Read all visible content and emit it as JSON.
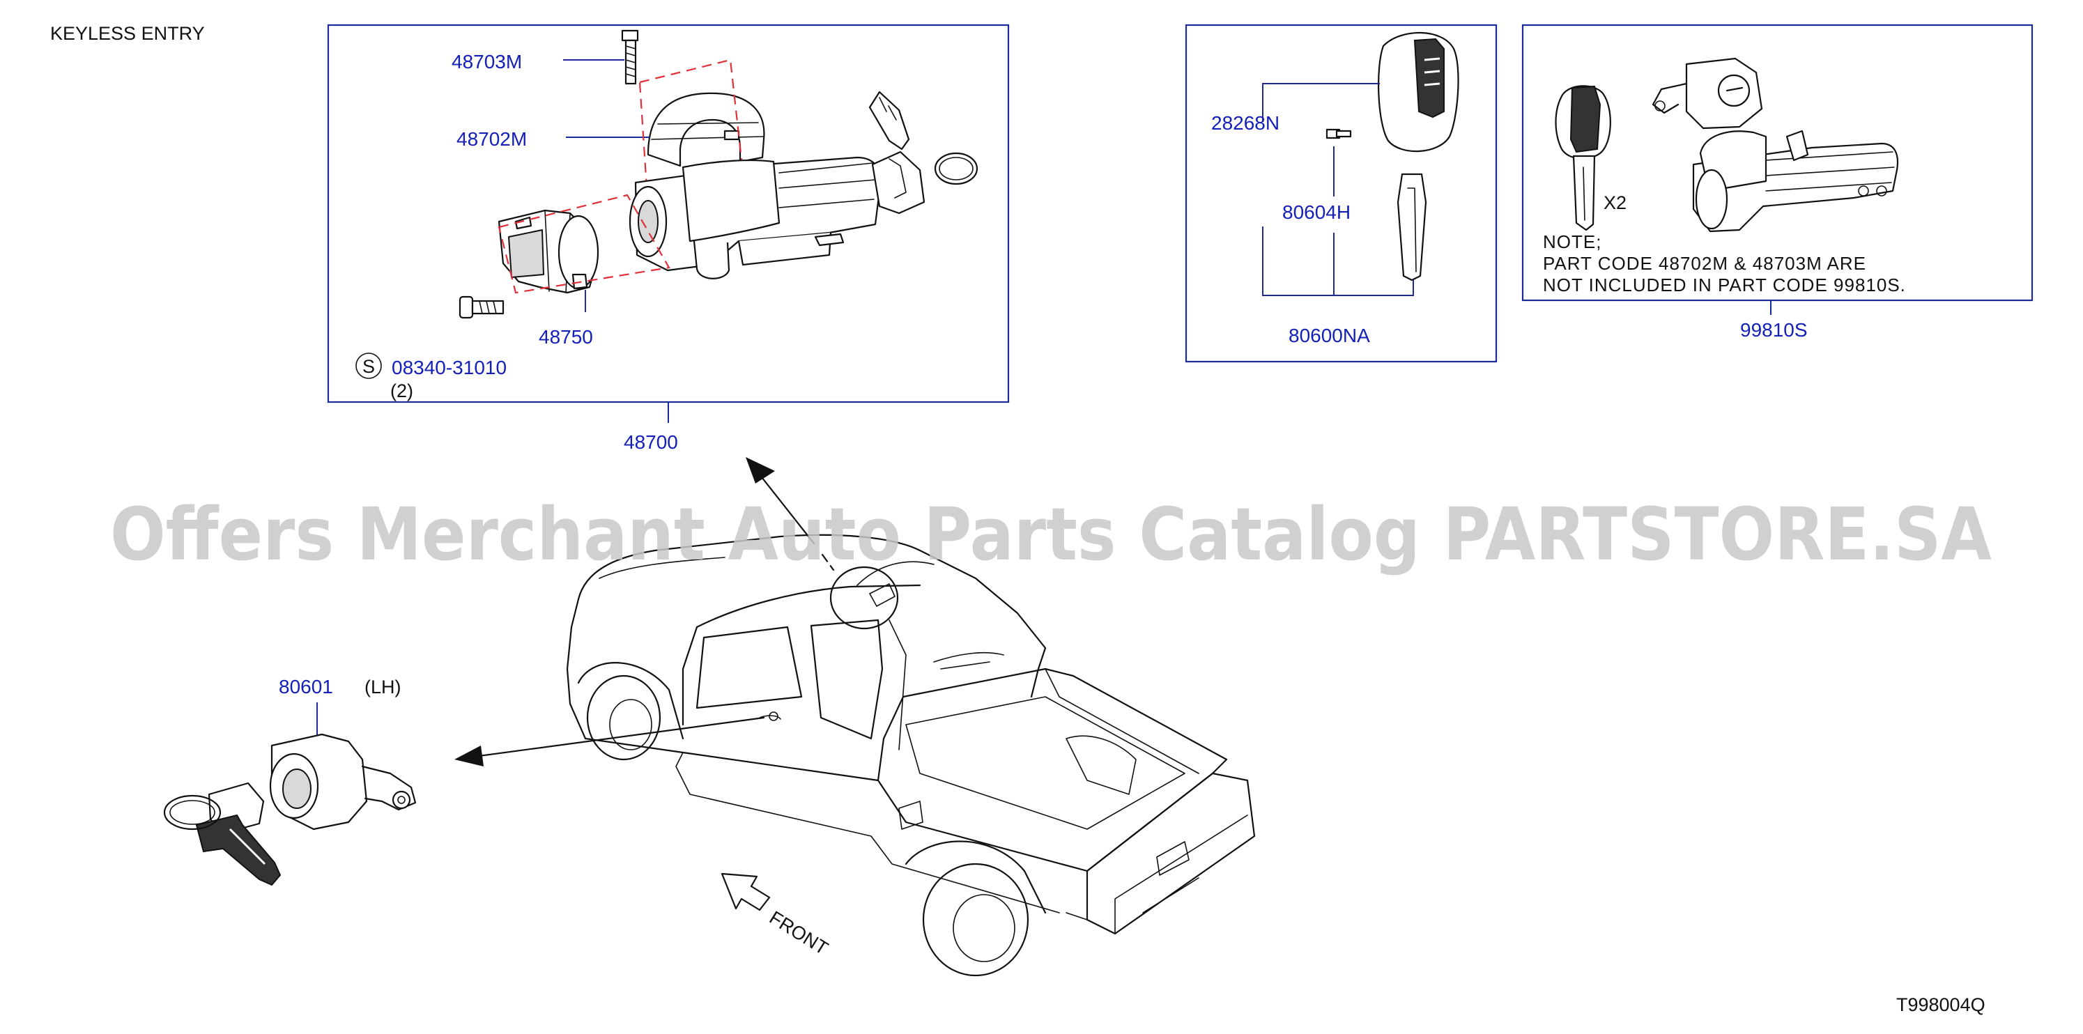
{
  "diagram": {
    "title": "KEYLESS   ENTRY",
    "diagram_code": "T998004Q",
    "watermark": "Offers Merchant Auto Parts Catalog PARTSTORE.SA",
    "front_label": "FRONT",
    "colors": {
      "part_number": "#1420b8",
      "frame": "#1a2a9a",
      "dashed_outline": "#e2303a",
      "ink": "#111111",
      "watermark": "#c8c8c8"
    }
  },
  "ignition_group": {
    "group_number": "48700",
    "parts": {
      "bolt": "48703M",
      "bracket": "48702M",
      "switch": "48750",
      "screw": "08340-31010",
      "screw_qty": "(2)",
      "screw_symbol": "S"
    }
  },
  "key_group": {
    "group_number": "80600NA",
    "parts": {
      "remote_shell": "28268N",
      "key_screw": "80604H"
    }
  },
  "kit_group": {
    "group_number": "99810S",
    "qty_label": "X2",
    "note": [
      "NOTE;",
      "PART   CODE   48702M   &   48703M   ARE",
      "NOT   INCLUDED   IN   PART   CODE   99810S."
    ]
  },
  "door_lock": {
    "part_number": "80601",
    "side": "(LH)"
  }
}
